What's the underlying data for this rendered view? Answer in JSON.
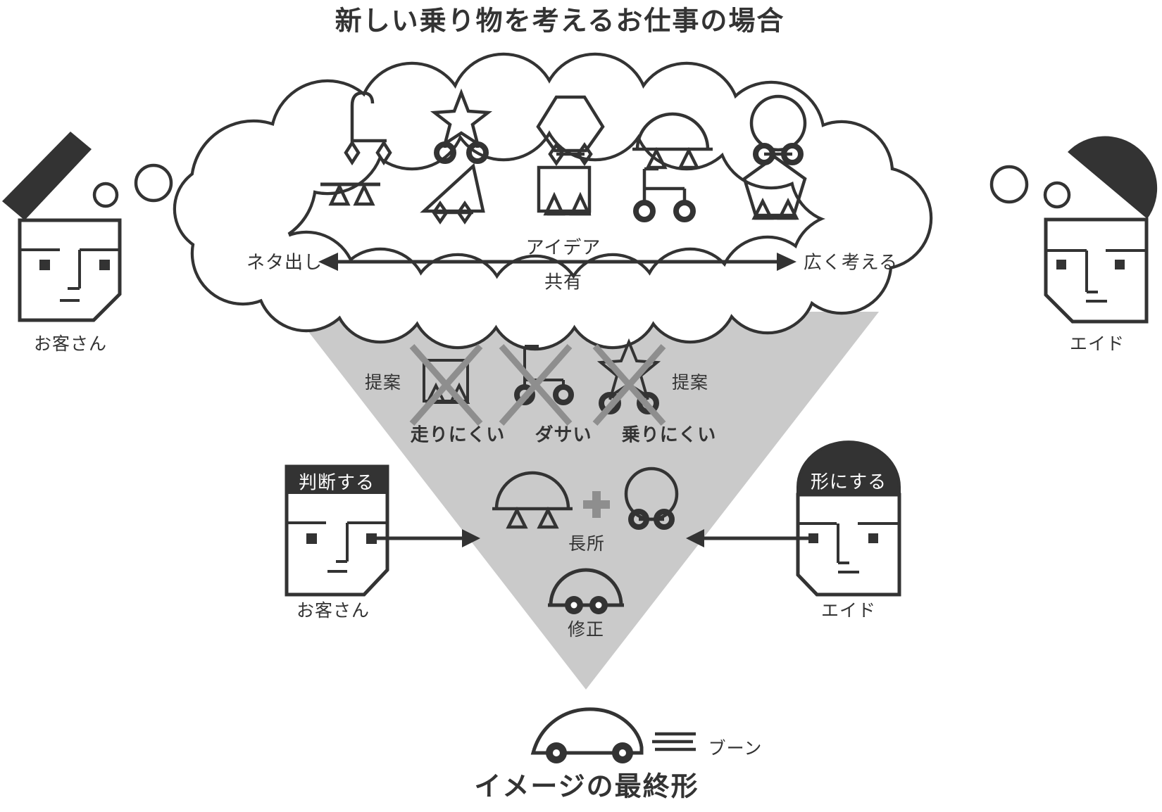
{
  "title": "新しい乗り物を考えるお仕事の場合",
  "colors": {
    "ink": "#333333",
    "funnel_gray": "#cacaca",
    "cross_gray": "#8e8e8e",
    "paper": "#ffffff"
  },
  "people": {
    "customer_top": {
      "label": "お客さん"
    },
    "aid_top": {
      "label": "エイド"
    },
    "customer_mid": {
      "label": "お客さん",
      "role_badge": "判断する"
    },
    "aid_mid": {
      "label": "エイド",
      "role_badge": "形にする"
    }
  },
  "cloud": {
    "axis_top_label": "アイデア",
    "axis_bottom_label": "共有",
    "axis_left_label": "ネタ出し",
    "axis_right_label": "広く考える",
    "sketch_icons": [
      "hook-cart-icon",
      "star-cart-icon",
      "hexagon-cart-icon",
      "dome-cart-icon",
      "ring-cart-icon",
      "plank-cart-icon",
      "triangle-cart-icon",
      "box-cart-icon",
      "walker-cart-icon",
      "pentagon-cart-icon"
    ]
  },
  "funnel": {
    "proposal_left_label": "提案",
    "proposal_right_label": "提案",
    "rejected": [
      {
        "icon": "box-cart-icon",
        "reason": "走りにくい"
      },
      {
        "icon": "walker-cart-icon",
        "reason": "ダサい"
      },
      {
        "icon": "star-cart-icon",
        "reason": "乗りにくい"
      }
    ],
    "merge_label": "長所",
    "revise_label": "修正"
  },
  "result": {
    "sound_label": "ブーン",
    "caption": "イメージの最終形"
  }
}
